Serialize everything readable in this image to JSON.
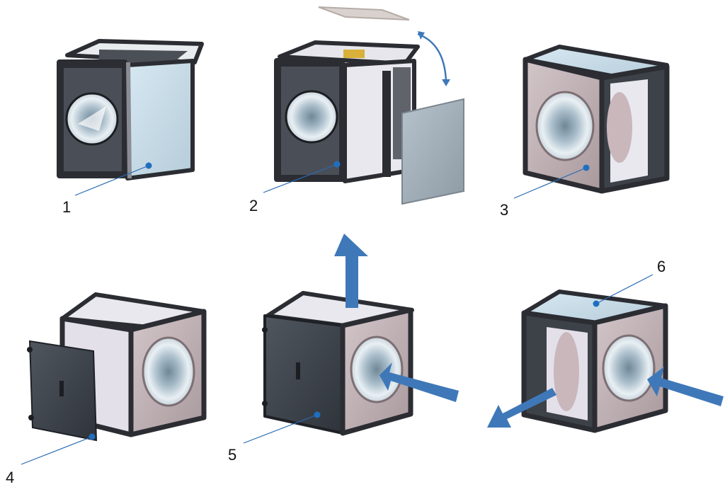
{
  "colors": {
    "frame": "#2b2d33",
    "frame_edge": "#8a8d94",
    "panel_light": "#c9dde9",
    "panel_light_top": "#dcecf5",
    "panel_pink": "#c2b4b8",
    "panel_pink_side": "#9f9296",
    "panel_dark": "#383d45",
    "panel_dark_front": "#4a4f57",
    "interior": "#e8e8ee",
    "wheel_outer": "#e7eef3",
    "wheel_inner": "#8ea7b8",
    "arrow": "#3f78b8",
    "callout_dot": "#1f6fbf",
    "callout_line": "#2a6ab3",
    "lid": "#d8d0cc"
  },
  "callouts": [
    {
      "id": "1",
      "label": "1"
    },
    {
      "id": "2",
      "label": "2"
    },
    {
      "id": "3",
      "label": "3"
    },
    {
      "id": "4",
      "label": "4"
    },
    {
      "id": "5",
      "label": "5"
    },
    {
      "id": "6",
      "label": "6"
    }
  ],
  "icons": {
    "up_arrow": "airflow-up-arrow-icon",
    "inflow_arrow": "airflow-in-arrow-icon",
    "outflow_arrow": "airflow-out-arrow-icon",
    "rotate_arrow": "rotate-panel-arrow-icon"
  }
}
